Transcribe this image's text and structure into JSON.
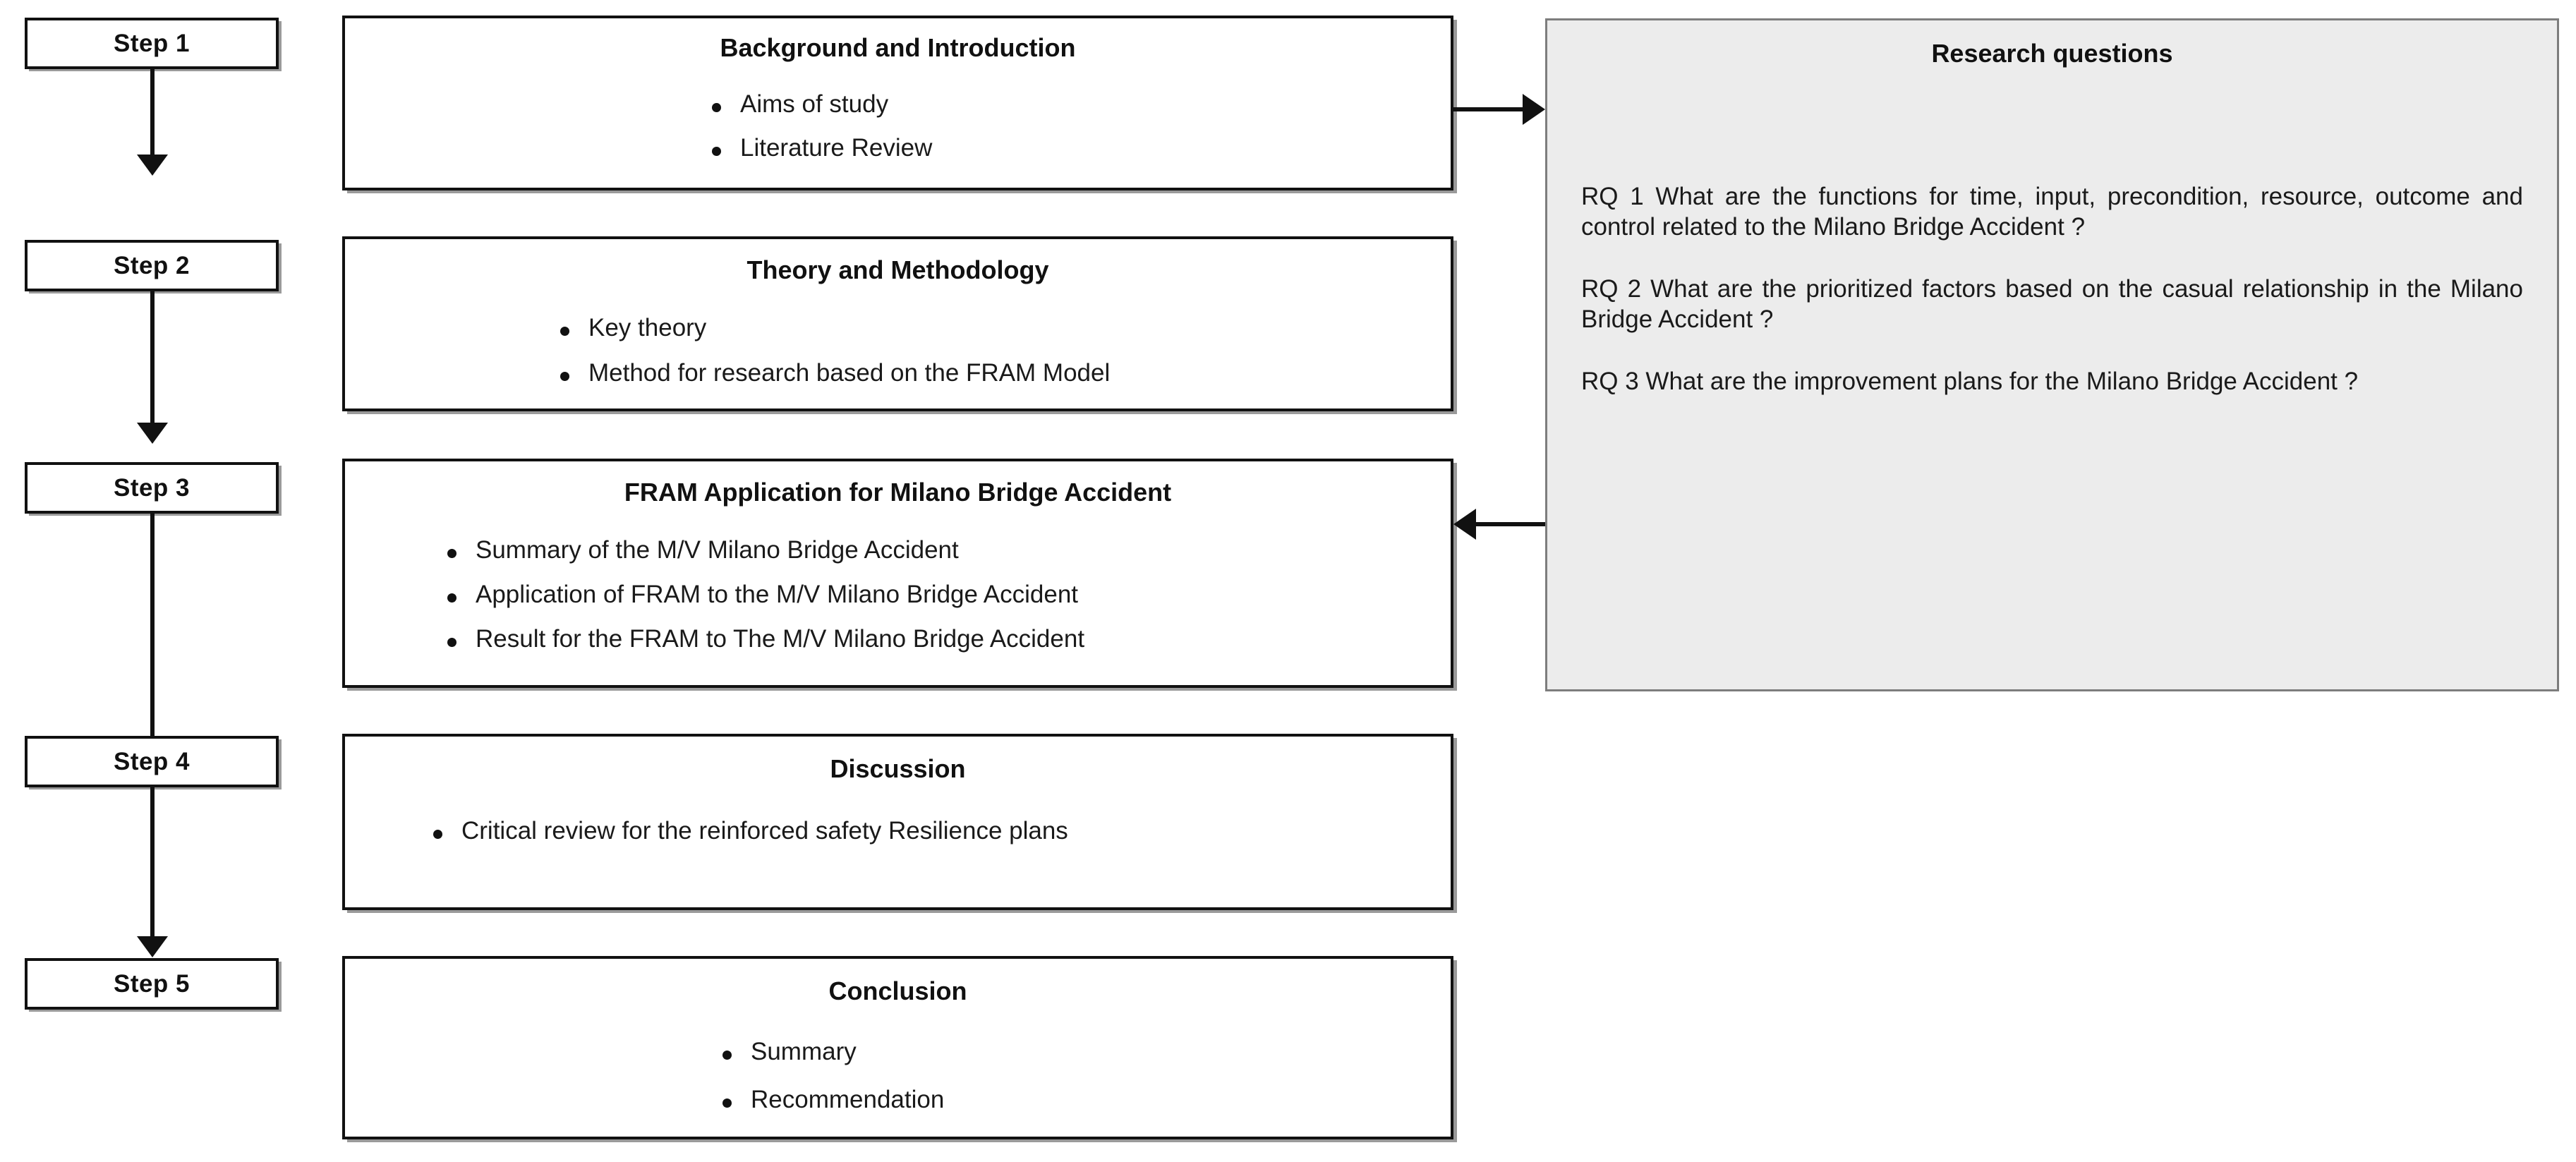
{
  "steps": [
    {
      "label": "Step 1"
    },
    {
      "label": "Step 2"
    },
    {
      "label": "Step 3"
    },
    {
      "label": "Step 4"
    },
    {
      "label": "Step 5"
    }
  ],
  "sections": [
    {
      "title": "Background and Introduction",
      "bullets": [
        "Aims of study",
        "Literature Review"
      ]
    },
    {
      "title": "Theory and Methodology",
      "bullets": [
        "Key theory",
        "Method for research based on the FRAM Model"
      ]
    },
    {
      "title": "FRAM Application for Milano Bridge Accident",
      "bullets": [
        "Summary of the M/V Milano Bridge Accident",
        "Application of FRAM to the M/V Milano Bridge Accident",
        "Result for the FRAM to The M/V Milano Bridge Accident"
      ]
    },
    {
      "title": "Discussion",
      "bullets": [
        "Critical review for the reinforced safety Resilience plans"
      ]
    },
    {
      "title": "Conclusion",
      "bullets": [
        "Summary",
        "Recommendation"
      ]
    }
  ],
  "research_panel": {
    "title": "Research questions",
    "questions": [
      "RQ 1 What are the functions for time, input, precondition, resource, outcome and control related to the Milano Bridge Accident ?",
      "RQ 2  What are the prioritized factors based on the casual relationship in the Milano Bridge Accident ?",
      "RQ 3 What are the improvement plans for the Milano Bridge Accident ?"
    ],
    "background_color": "#ececec",
    "border_color": "#7d7d7d"
  },
  "colors": {
    "line": "#111111",
    "box_border": "#111111",
    "box_fill": "#ffffff",
    "shadow": "#9a9a9a"
  }
}
